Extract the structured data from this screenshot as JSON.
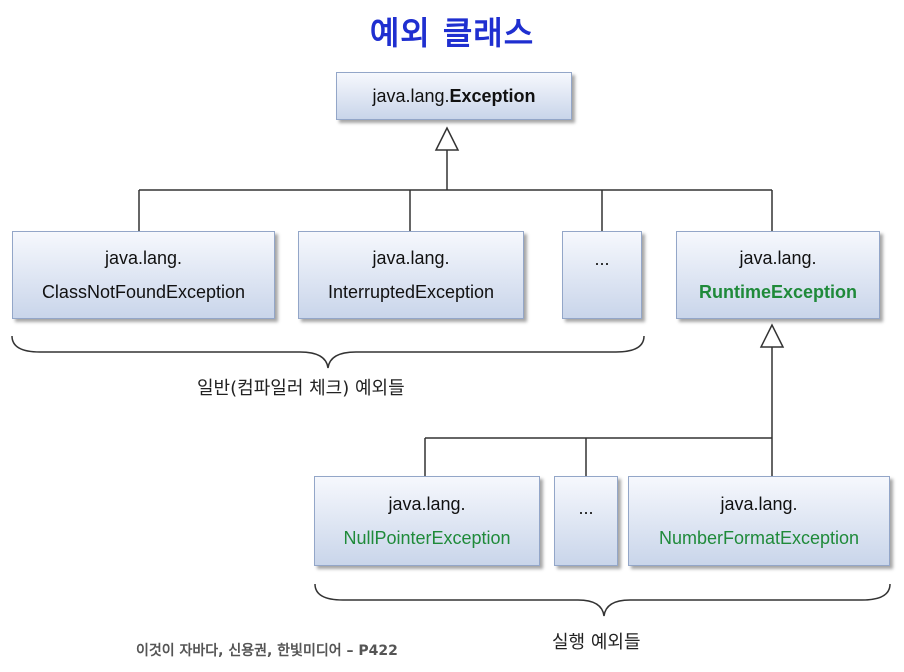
{
  "title": "예외 클래스",
  "nodes": {
    "exception": {
      "pkg": "java.lang.",
      "name": "Exception"
    },
    "classnotfound": {
      "pkg": "java.lang.",
      "name": "ClassNotFoundException"
    },
    "interrupted": {
      "pkg": "java.lang.",
      "name": "InterruptedException"
    },
    "ellipsis1": {
      "text": "..."
    },
    "runtime": {
      "pkg": "java.lang.",
      "name": "RuntimeException"
    },
    "nullpointer": {
      "pkg": "java.lang.",
      "name": "NullPointerException"
    },
    "ellipsis2": {
      "text": "..."
    },
    "numberformat": {
      "pkg": "java.lang.",
      "name": "NumberFormatException"
    }
  },
  "labels": {
    "checked": "일반(컴파일러 체크) 예외들",
    "runtime": "실행 예외들"
  },
  "footer": "이것이 자바다, 신용권, 한빛미디어 – P422",
  "colors": {
    "title": "#1f2fd0",
    "runtime_text": "#1f8a3a",
    "box_border": "#93a6c8",
    "line": "#333333"
  }
}
